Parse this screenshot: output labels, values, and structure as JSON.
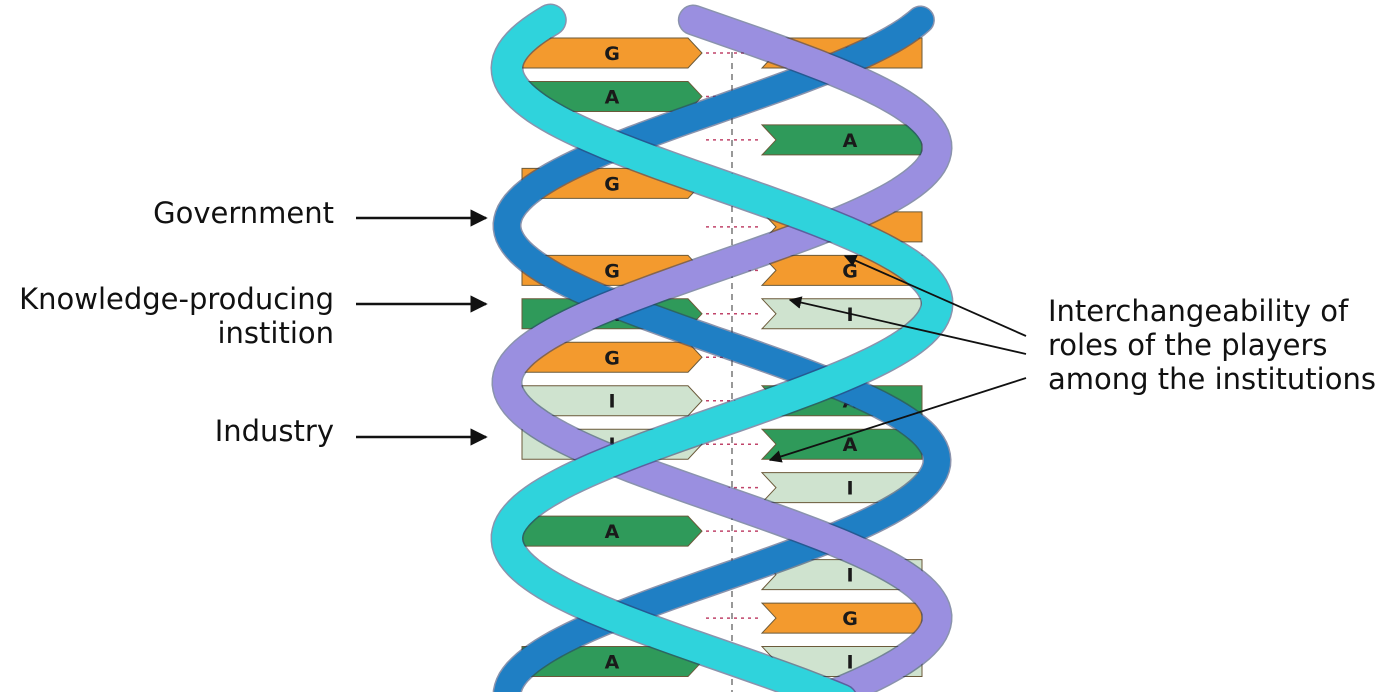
{
  "labels": {
    "government": "Government",
    "knowledge_line1": "Knowledge-producing",
    "knowledge_line2": "instition",
    "industry": "Industry",
    "interchange_line1": "Interchangeability of",
    "interchange_line2": "roles of the players",
    "interchange_line3": "among the institutions"
  },
  "colors": {
    "government_strand": "#2fd3dc",
    "knowledge_strand": "#9a8fe0",
    "industry_strand": "#1f7fc4",
    "g_base": "#f39a2e",
    "a_base": "#2f9a5a",
    "i_base": "#cfe3cf"
  },
  "base_rungs": [
    {
      "left": "G",
      "right": "G"
    },
    {
      "left": "A",
      "right": ""
    },
    {
      "left": "",
      "right": "A"
    },
    {
      "left": "G",
      "right": ""
    },
    {
      "left": "",
      "right": "G"
    },
    {
      "left": "G",
      "right": "G"
    },
    {
      "left": "A",
      "right": "I"
    },
    {
      "left": "G",
      "right": ""
    },
    {
      "left": "I",
      "right": "A"
    },
    {
      "left": "I",
      "right": "A"
    },
    {
      "left": "",
      "right": "I"
    },
    {
      "left": "A",
      "right": ""
    },
    {
      "left": "",
      "right": "I"
    },
    {
      "left": "",
      "right": "G"
    },
    {
      "left": "A",
      "right": "I"
    }
  ]
}
